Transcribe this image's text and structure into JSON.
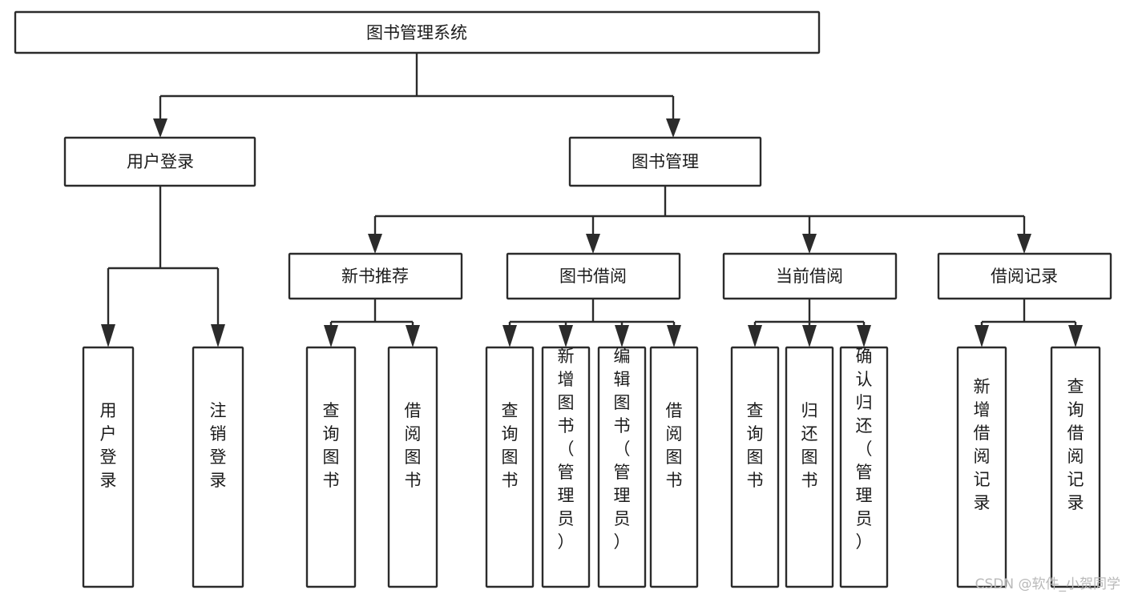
{
  "diagram": {
    "title": "图书管理系统",
    "type": "tree",
    "orientation": "top-down",
    "nodes": {
      "root": {
        "label": "图书管理系统",
        "level": 0,
        "text_direction": "horizontal"
      },
      "user_login": {
        "label": "用户登录",
        "level": 1,
        "text_direction": "horizontal"
      },
      "book_manage": {
        "label": "图书管理",
        "level": 1,
        "text_direction": "horizontal"
      },
      "new_book_rec": {
        "label": "新书推荐",
        "level": 2,
        "text_direction": "horizontal"
      },
      "book_borrow": {
        "label": "图书借阅",
        "level": 2,
        "text_direction": "horizontal"
      },
      "current_borrow": {
        "label": "当前借阅",
        "level": 2,
        "text_direction": "horizontal"
      },
      "borrow_record": {
        "label": "借阅记录",
        "level": 2,
        "text_direction": "horizontal"
      },
      "leaf_user_login": {
        "label": "用户登录",
        "level": 3,
        "text_direction": "vertical"
      },
      "leaf_logout": {
        "label": "注销登录",
        "level": 3,
        "text_direction": "vertical"
      },
      "leaf_query_book_1": {
        "label": "查询图书",
        "level": 3,
        "text_direction": "vertical"
      },
      "leaf_borrow_book_1": {
        "label": "借阅图书",
        "level": 3,
        "text_direction": "vertical"
      },
      "leaf_query_book_2": {
        "label": "查询图书",
        "level": 3,
        "text_direction": "vertical"
      },
      "leaf_add_book": {
        "label": "新增图书（管理员）",
        "level": 3,
        "text_direction": "vertical"
      },
      "leaf_edit_book": {
        "label": "编辑图书（管理员）",
        "level": 3,
        "text_direction": "vertical"
      },
      "leaf_borrow_book_2": {
        "label": "借阅图书",
        "level": 3,
        "text_direction": "vertical"
      },
      "leaf_query_book_3": {
        "label": "查询图书",
        "level": 3,
        "text_direction": "vertical"
      },
      "leaf_return_book": {
        "label": "归还图书",
        "level": 3,
        "text_direction": "vertical"
      },
      "leaf_confirm_return": {
        "label": "确认归还（管理员）",
        "level": 3,
        "text_direction": "vertical"
      },
      "leaf_add_record": {
        "label": "新增借阅记录",
        "level": 3,
        "text_direction": "vertical"
      },
      "leaf_query_record": {
        "label": "查询借阅记录",
        "level": 3,
        "text_direction": "vertical"
      }
    },
    "edges": [
      {
        "from": "root",
        "to": "user_login"
      },
      {
        "from": "root",
        "to": "book_manage"
      },
      {
        "from": "user_login",
        "to": "leaf_user_login"
      },
      {
        "from": "user_login",
        "to": "leaf_logout"
      },
      {
        "from": "book_manage",
        "to": "new_book_rec"
      },
      {
        "from": "book_manage",
        "to": "book_borrow"
      },
      {
        "from": "book_manage",
        "to": "current_borrow"
      },
      {
        "from": "book_manage",
        "to": "borrow_record"
      },
      {
        "from": "new_book_rec",
        "to": "leaf_query_book_1"
      },
      {
        "from": "new_book_rec",
        "to": "leaf_borrow_book_1"
      },
      {
        "from": "book_borrow",
        "to": "leaf_query_book_2"
      },
      {
        "from": "book_borrow",
        "to": "leaf_add_book"
      },
      {
        "from": "book_borrow",
        "to": "leaf_edit_book"
      },
      {
        "from": "book_borrow",
        "to": "leaf_borrow_book_2"
      },
      {
        "from": "current_borrow",
        "to": "leaf_query_book_3"
      },
      {
        "from": "current_borrow",
        "to": "leaf_return_book"
      },
      {
        "from": "current_borrow",
        "to": "leaf_confirm_return"
      },
      {
        "from": "borrow_record",
        "to": "leaf_add_record"
      },
      {
        "from": "borrow_record",
        "to": "leaf_query_record"
      }
    ],
    "colors": {
      "box_stroke": "#2b2b2b",
      "box_fill": "#ffffff",
      "label_text": "#1b1b1b",
      "background": "#ffffff",
      "watermark": "#b9b9b9"
    }
  },
  "watermark": {
    "text": "CSDN @软件_小贺同学"
  }
}
